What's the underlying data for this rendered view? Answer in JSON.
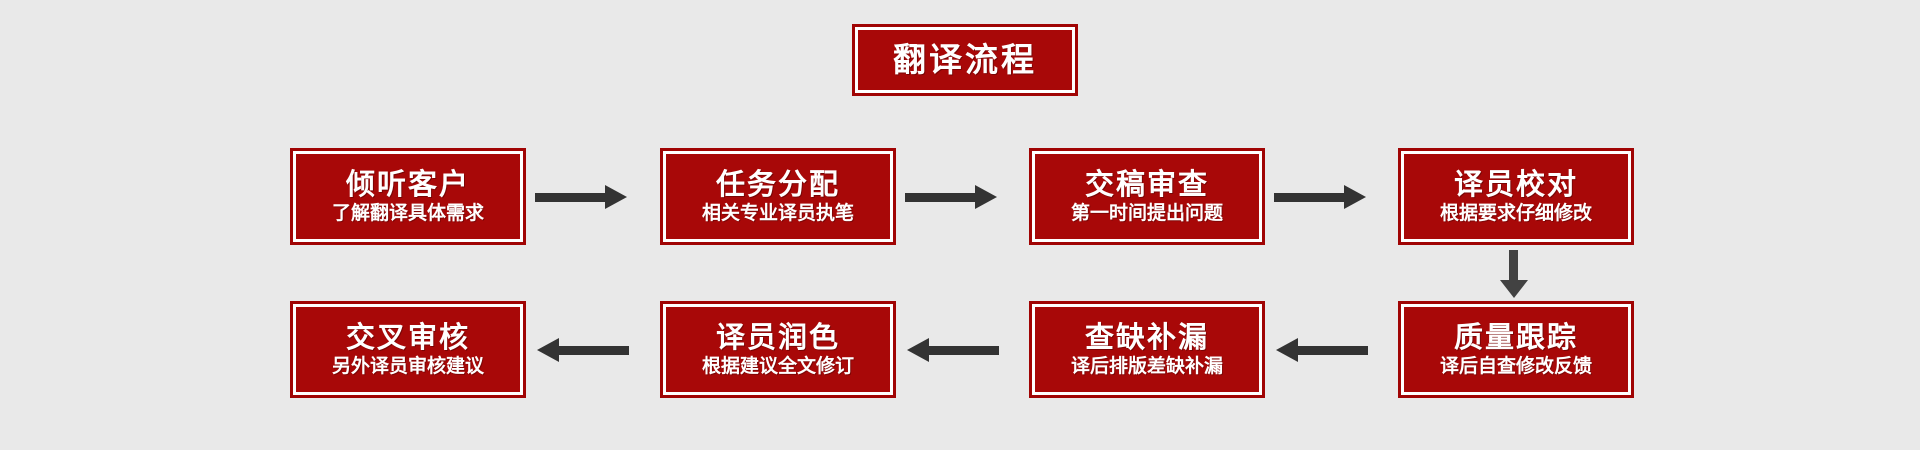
{
  "diagram": {
    "title": "翻译流程",
    "background_color": "#e9e9e9",
    "box_fill_color": "#a80808",
    "box_border_color": "#a00404",
    "arrow_color": "#333333",
    "text_color": "#ffffff"
  },
  "steps": [
    {
      "title": "倾听客户",
      "sub": "了解翻译具体需求"
    },
    {
      "title": "任务分配",
      "sub": "相关专业译员执笔"
    },
    {
      "title": "交稿审查",
      "sub": "第一时间提出问题"
    },
    {
      "title": "译员校对",
      "sub": "根据要求仔细修改"
    },
    {
      "title": "质量跟踪",
      "sub": "译后自查修改反馈"
    },
    {
      "title": "查缺补漏",
      "sub": "译后排版差缺补漏"
    },
    {
      "title": "译员润色",
      "sub": "根据建议全文修订"
    },
    {
      "title": "交叉审核",
      "sub": "另外译员审核建议"
    }
  ]
}
